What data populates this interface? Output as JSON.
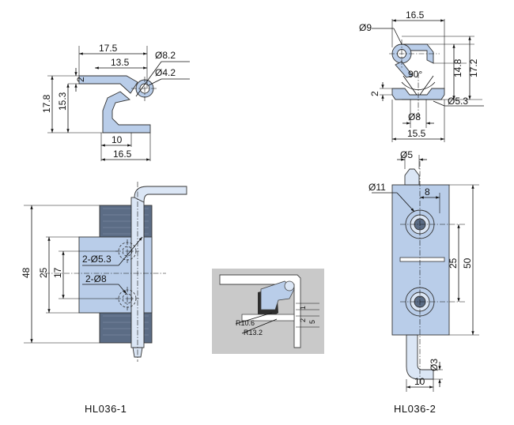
{
  "colors": {
    "part_fill": "#b9cde9",
    "part_fill_light": "#dbe6f5",
    "part_shade": "#5b6c85",
    "photo_bg": "#c9c9c9",
    "line": "#111111"
  },
  "view_top_left": {
    "dims": {
      "w175": "17.5",
      "w135": "13.5",
      "hole82": "Ø8.2",
      "hole42": "Ø4.2",
      "t2": "2",
      "h178": "17.8",
      "h153": "15.3",
      "w10": "10",
      "w165": "16.5"
    }
  },
  "view_top_right": {
    "dims": {
      "d9": "Ø9",
      "w165": "16.5",
      "h148": "14.8",
      "h172": "17.2",
      "ang90": "90°",
      "t2": "2",
      "d53": "Ø5.3",
      "d8": "Ø8",
      "w155": "15.5"
    }
  },
  "view_front_left": {
    "dims": {
      "h48": "48",
      "h25": "25",
      "h17": "17",
      "holes53": "2-Ø5.3",
      "holes8": "2-Ø8"
    },
    "caption": "HL036-1"
  },
  "view_section": {
    "dims": {
      "r106": "R10.6",
      "r132": "R13.2",
      "s1": "1",
      "s2": "2",
      "s5": "5"
    }
  },
  "view_front_right": {
    "dims": {
      "d5": "Ø5",
      "d11": "Ø11",
      "w8": "8",
      "h25": "25",
      "h50": "50",
      "d3": "Ø3",
      "w10": "10"
    },
    "caption": "HL036-2"
  }
}
